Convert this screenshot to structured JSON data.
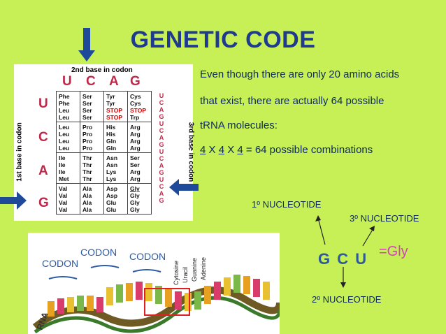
{
  "title": "GENETIC CODE",
  "text_lines": [
    "Even though there are only 20 amino acids",
    " that exist, there are actually 64 possible",
    "tRNA molecules:"
  ],
  "combo": {
    "n1": "4",
    "x1": " X ",
    "n2": "4",
    "x2": " X ",
    "n3": "4",
    "rest": " = 64 possible combinations"
  },
  "codon_table": {
    "top_label": "2nd base in codon",
    "left_label": "1st base in codon",
    "right_label": "3rd base in codon",
    "second_bases": [
      "U",
      "C",
      "A",
      "G"
    ],
    "first_bases": [
      "U",
      "C",
      "A",
      "G"
    ],
    "third_bases": [
      "U",
      "C",
      "A",
      "G"
    ],
    "rows": [
      [
        [
          "Phe",
          "Phe",
          "Leu",
          "Leu"
        ],
        [
          "Ser",
          "Ser",
          "Ser",
          "Ser"
        ],
        [
          "Tyr",
          "Tyr",
          "STOP",
          "STOP"
        ],
        [
          "Cys",
          "Cys",
          "STOP",
          "Trp"
        ]
      ],
      [
        [
          "Leu",
          "Leu",
          "Leu",
          "Leu"
        ],
        [
          "Pro",
          "Pro",
          "Pro",
          "Pro"
        ],
        [
          "His",
          "His",
          "Gln",
          "Gln"
        ],
        [
          "Arg",
          "Arg",
          "Arg",
          "Arg"
        ]
      ],
      [
        [
          "Ile",
          "Ile",
          "Ile",
          "Met"
        ],
        [
          "Thr",
          "Thr",
          "Thr",
          "Thr"
        ],
        [
          "Asn",
          "Asn",
          "Lys",
          "Lys"
        ],
        [
          "Ser",
          "Ser",
          "Arg",
          "Arg"
        ]
      ],
      [
        [
          "Val",
          "Val",
          "Val",
          "Val"
        ],
        [
          "Ala",
          "Ala",
          "Ala",
          "Ala"
        ],
        [
          "Asp",
          "Asp",
          "Glu",
          "Glu"
        ],
        [
          "Gly",
          "Gly",
          "Gly",
          "Gly"
        ]
      ]
    ]
  },
  "nucleotides": {
    "first": "1º NUCLEOTIDE",
    "third": "3º NUCLEOTIDE",
    "second": "2º NUCLEOTIDE"
  },
  "codon_example": {
    "codon": "G C U",
    "result": "=Gly"
  },
  "rna_image": {
    "rna_label": "RNA",
    "codon_labels": [
      "CODON",
      "CODON",
      "CODON"
    ],
    "base_names": [
      "Cytosine",
      "Uracil",
      "Guanine",
      "Adenine"
    ]
  },
  "colors": {
    "background": "#c6f055",
    "title": "#1f3a8f",
    "arrow": "#1f4a9a",
    "gly": "#d63ec4"
  }
}
